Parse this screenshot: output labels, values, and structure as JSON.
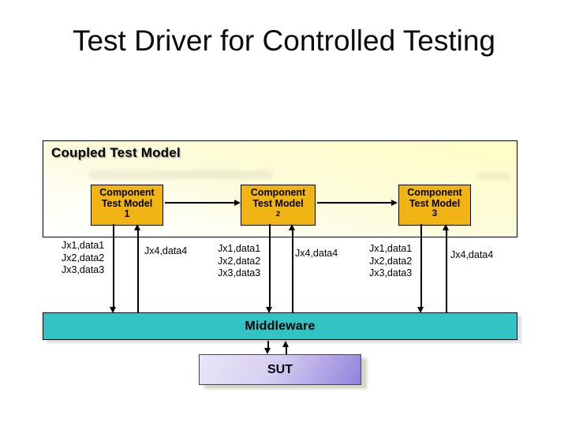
{
  "title": "Test Driver for Controlled Testing",
  "panel": {
    "label": "Coupled Test Model"
  },
  "components": [
    {
      "line1": "Component",
      "line2": "Test Model",
      "number": "1"
    },
    {
      "line1": "Component",
      "line2": "Test Model",
      "number": "2"
    },
    {
      "line1": "Component",
      "line2": "Test Model",
      "number": "3"
    }
  ],
  "messages": [
    {
      "lines": [
        "Jx1,data1",
        "Jx2,data2",
        "Jx3,data3"
      ]
    },
    {
      "lines": [
        "Jx4,data4"
      ]
    },
    {
      "lines": [
        "Jx1,data1",
        "Jx2,data2",
        "Jx3,data3"
      ]
    },
    {
      "lines": [
        "Jx4,data4"
      ]
    },
    {
      "lines": [
        "Jx1,data1",
        "Jx2,data2",
        "Jx3,data3"
      ]
    },
    {
      "lines": [
        "Jx4,data4"
      ]
    }
  ],
  "middleware": {
    "label": "Middleware"
  },
  "sut": {
    "label": "SUT"
  },
  "colors": {
    "component_fill": "#F0B414",
    "panel_tint": "#FFFEC4",
    "middleware_fill": "#32C4C4",
    "sut_gradient_start": "#EAE6F8",
    "sut_gradient_end": "#9182DD",
    "connector": "#000000"
  }
}
